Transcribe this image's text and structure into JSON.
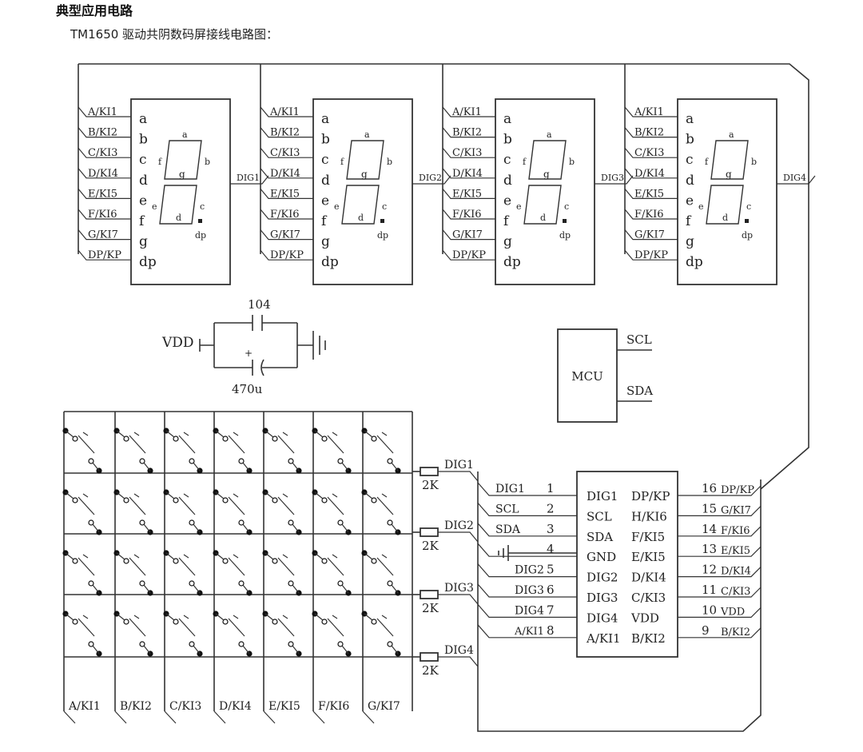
{
  "title": "典型应用电路",
  "subtitle": "TM1650 驱动共阴数码屏接线电路图：",
  "segment_pins": [
    "A/KI1",
    "B/KI2",
    "C/KI3",
    "D/KI4",
    "E/KI5",
    "F/KI6",
    "G/KI7",
    "DP/KP"
  ],
  "segment_letters": [
    "a",
    "b",
    "c",
    "d",
    "e",
    "f",
    "g",
    "dp"
  ],
  "digit_inner": {
    "a": "a",
    "b": "b",
    "c": "c",
    "d": "d",
    "e": "e",
    "f": "f",
    "g": "g",
    "dp": "dp"
  },
  "digits": [
    "DIG1",
    "DIG2",
    "DIG3",
    "DIG4"
  ],
  "cap": {
    "top_label": "104",
    "bottom_label": "470u",
    "vdd": "VDD",
    "plus": "+"
  },
  "mcu": {
    "label": "MCU",
    "scl": "SCL",
    "sda": "SDA"
  },
  "resistors": [
    {
      "label": "2K",
      "net": "DIG1"
    },
    {
      "label": "2K",
      "net": "DIG2"
    },
    {
      "label": "2K",
      "net": "DIG3"
    },
    {
      "label": "2K",
      "net": "DIG4"
    }
  ],
  "key_columns": [
    "A/KI1",
    "B/KI2",
    "C/KI3",
    "D/KI4",
    "E/KI5",
    "F/KI6",
    "G/KI7"
  ],
  "chip": {
    "left_pins": [
      {
        "num": "1",
        "net": "DIG1",
        "func": "DIG1"
      },
      {
        "num": "2",
        "net": "SCL",
        "func": "SCL"
      },
      {
        "num": "3",
        "net": "SDA",
        "func": "SDA"
      },
      {
        "num": "4",
        "net": "",
        "func": "GND"
      },
      {
        "num": "5",
        "net": "DIG2",
        "func": "DIG2"
      },
      {
        "num": "6",
        "net": "DIG3",
        "func": "DIG3"
      },
      {
        "num": "7",
        "net": "DIG4",
        "func": "DIG4"
      },
      {
        "num": "8",
        "net": "A/KI1",
        "func": "A/KI1"
      }
    ],
    "right_pins": [
      {
        "num": "16",
        "net": "DP/KP",
        "func": "DP/KP"
      },
      {
        "num": "15",
        "net": "G/KI7",
        "func": "H/KI6"
      },
      {
        "num": "14",
        "net": "F/KI6",
        "func": "F/KI5"
      },
      {
        "num": "13",
        "net": "E/KI5",
        "func": "E/KI5"
      },
      {
        "num": "12",
        "net": "D/KI4",
        "func": "D/KI4"
      },
      {
        "num": "11",
        "net": "C/KI3",
        "func": "C/KI3"
      },
      {
        "num": "10",
        "net": "VDD",
        "func": "VDD"
      },
      {
        "num": "9",
        "net": "B/KI2",
        "func": "B/KI2"
      }
    ]
  }
}
